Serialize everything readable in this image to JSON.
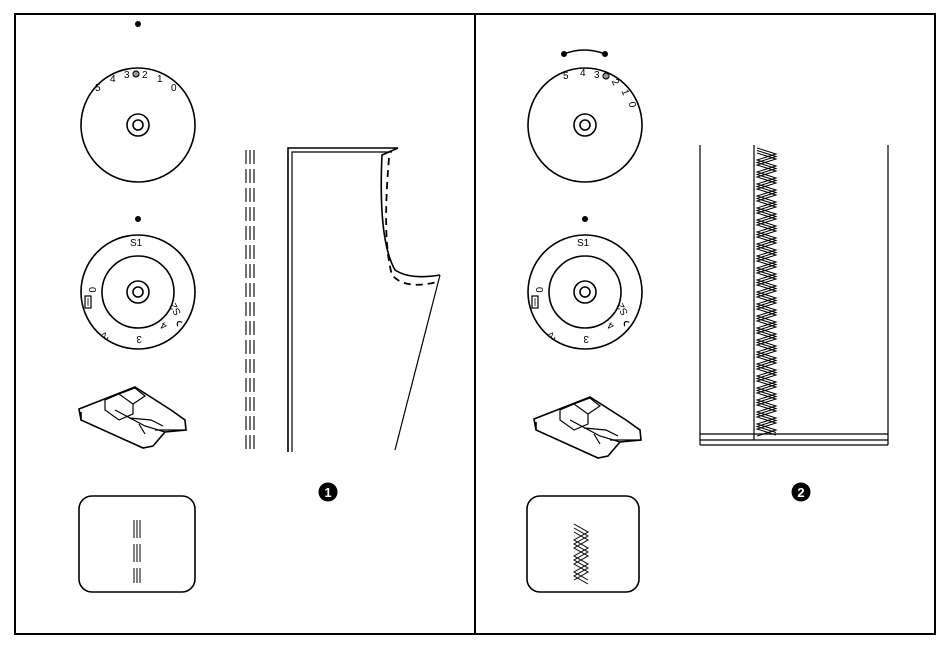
{
  "panels": [
    {
      "badge": "1",
      "stitch_dial": {
        "numbers": [
          "5",
          "4",
          "3",
          "2",
          "1",
          "0"
        ]
      },
      "length_dial": {
        "top_label": "S1",
        "bottom_numbers": [
          "0",
          "2",
          "3",
          "4",
          "S2"
        ]
      },
      "pattern_window": "straight-triple-stitch"
    },
    {
      "badge": "2",
      "stitch_dial": {
        "numbers": [
          "5",
          "4",
          "3",
          "2",
          "1",
          "0"
        ]
      },
      "length_dial": {
        "top_label": "S1",
        "bottom_numbers": [
          "0",
          "2",
          "3",
          "4",
          "S2"
        ]
      },
      "pattern_window": "triple-zigzag-stitch"
    }
  ],
  "colors": {
    "line": "#000000",
    "background": "#ffffff"
  }
}
